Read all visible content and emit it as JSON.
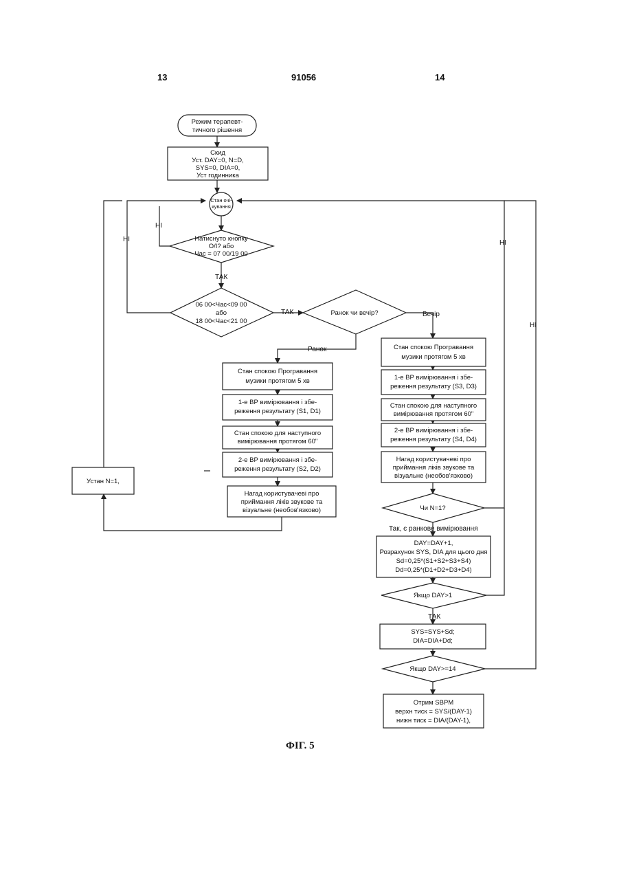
{
  "header": {
    "left_page": "13",
    "doc_number": "91056",
    "right_page": "14"
  },
  "figure_caption": "ФІГ. 5",
  "nodes": {
    "start": [
      "Режим терапевт-",
      "тичного рішення"
    ],
    "reset": [
      "Скид",
      "Уст. DAY=0, N=D,",
      "SYS=0, DIA=0,",
      "Уст годинника"
    ],
    "wait": [
      "Стан очі-",
      "кування"
    ],
    "button_check": [
      "Натиснуто кнопку",
      "О/І? або",
      "Час = 07 00/19 00"
    ],
    "time_check": [
      "06 00<Час<09 00",
      "або",
      "18 00<Час<21 00"
    ],
    "morning_evening": [
      "Ранок чи вечір?"
    ],
    "m_rest": [
      "Стан спокою  Програвання",
      "музики протягом 5 хв"
    ],
    "m_meas1": [
      "1-е ВР вимірювання і збе-",
      "реження результату (S1, D1)"
    ],
    "m_rest2": [
      "Стан спокою для наступного",
      "вимірювання протягом 60\""
    ],
    "m_meas2": [
      "2-е ВР вимірювання і збе-",
      "реження результату (S2, D2)"
    ],
    "m_remind": [
      "Нагад  користувачеві про",
      "приймання ліків звукове та",
      "візуальне (необов'язково)"
    ],
    "set_n": [
      "Устан  N=1,"
    ],
    "e_rest": [
      "Стан спокою  Програвання",
      "музики протягом 5 хв"
    ],
    "e_meas1": [
      "1-е ВР вимірювання і збе-",
      "реження результату (S3, D3)"
    ],
    "e_rest2": [
      "Стан спокою для наступного",
      "вимірювання протягом 60\""
    ],
    "e_meas2": [
      "2-е ВР вимірювання і збе-",
      "реження результату (S4, D4)"
    ],
    "e_remind": [
      "Нагад  користувачеві про",
      "приймання ліків звукове та",
      "візуальне (необов'язково)"
    ],
    "n_check": [
      "Чи N=1?"
    ],
    "calc": [
      "DAY=DAY+1,",
      "Розрахунок SYS, DIA для цього дня",
      "Sd=0,25*(S1+S2+S3+S4)",
      "Dd=0,25*(D1+D2+D3+D4)"
    ],
    "day_gt1": [
      "Якщо DAY>1"
    ],
    "accum": [
      "SYS=SYS+Sd;",
      "DIA=DIA+Dd;"
    ],
    "day_ge14": [
      "Якщо DAY>=14"
    ],
    "result": [
      "Отрим  SBPM",
      "верхн  тиск = SYS/(DAY-1)",
      "нижн  тиск = DIA/(DAY-1),"
    ]
  },
  "edge_labels": {
    "no_inner": "НІ",
    "no_left": "НІ",
    "yes_after_button": "ТАК",
    "yes_time": "ТАК",
    "morning": "Ранок",
    "evening": "Вечір",
    "no_n_check": "НІ",
    "yes_morning_measured": "Так, є ранкове вимірювання",
    "no_day_gt1": "НІ",
    "yes_day_gt1": "ТАК"
  }
}
